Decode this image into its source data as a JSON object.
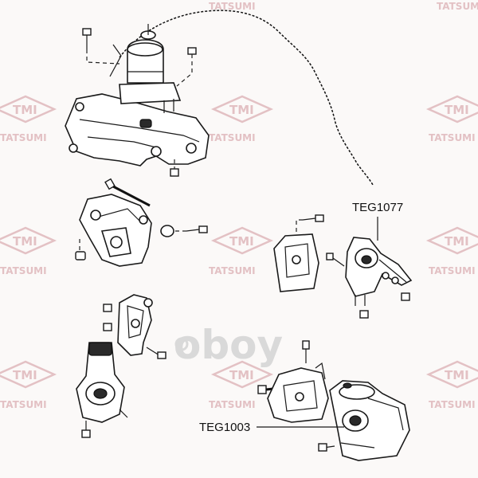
{
  "watermark": {
    "brand": "TATSUMI",
    "logo": "TMI",
    "center_logo": "oboy",
    "center_logo_icon": "circle-e-mark",
    "color": "#e3c1c4"
  },
  "callouts": [
    {
      "id": "teg1077",
      "label": "TEG1077"
    },
    {
      "id": "teg1003",
      "label": "TEG1003"
    }
  ]
}
